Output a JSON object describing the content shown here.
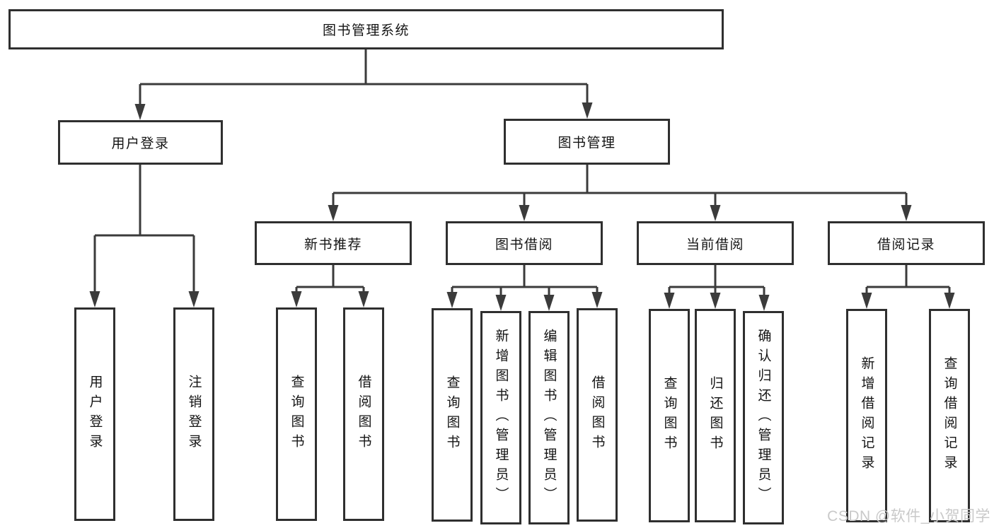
{
  "tree": {
    "root": {
      "label": "图书管理系统"
    },
    "branches": [
      {
        "label": "用户登录",
        "children": [
          {
            "label": "用户登录"
          },
          {
            "label": "注销登录"
          }
        ]
      },
      {
        "label": "图书管理",
        "children": [
          {
            "label": "新书推荐",
            "children": [
              {
                "label": "查询图书"
              },
              {
                "label": "借阅图书"
              }
            ]
          },
          {
            "label": "图书借阅",
            "children": [
              {
                "label": "查询图书"
              },
              {
                "label": "新增图书（管理员）"
              },
              {
                "label": "编辑图书（管理员）"
              },
              {
                "label": "借阅图书"
              }
            ]
          },
          {
            "label": "当前借阅",
            "children": [
              {
                "label": "查询图书"
              },
              {
                "label": "归还图书"
              },
              {
                "label": "确认归还（管理员）"
              }
            ]
          },
          {
            "label": "借阅记录",
            "children": [
              {
                "label": "新增借阅记录"
              },
              {
                "label": "查询借阅记录"
              }
            ]
          }
        ]
      }
    ]
  },
  "watermark": {
    "text": "CSDN @软件_小贺同学"
  },
  "colors": {
    "line": "#3b3b3b",
    "box_border": "#2f2f2f",
    "text": "#141414",
    "background": "#ffffff",
    "watermark": "#c9c9c9"
  }
}
